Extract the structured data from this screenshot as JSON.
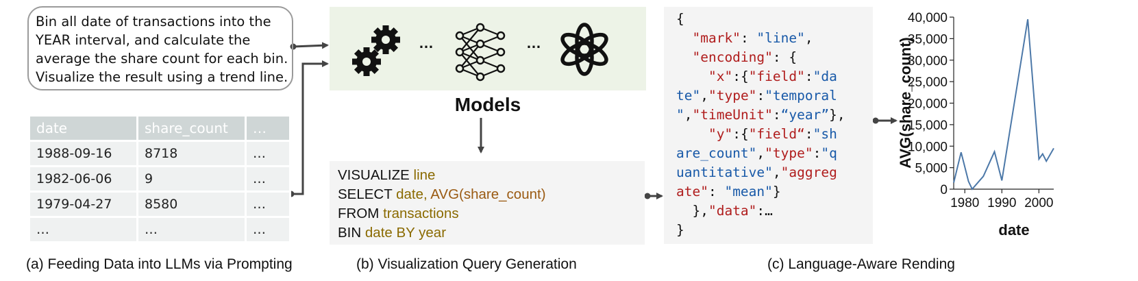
{
  "prompt": {
    "lines": [
      "Bin all date of transactions into the",
      "YEAR interval, and calculate the",
      "average the share count for each bin.",
      "Visualize the result using a trend line."
    ]
  },
  "table": {
    "headers": [
      "date",
      "share_count",
      "…"
    ],
    "rows": [
      [
        "1988-09-16",
        "8718",
        "…"
      ],
      [
        "1982-06-06",
        "9",
        "…"
      ],
      [
        "1979-04-27",
        "8580",
        "…"
      ],
      [
        "…",
        "…",
        "…"
      ]
    ]
  },
  "models": {
    "label": "Models",
    "separator": "…",
    "icons": [
      "gears-icon",
      "neural-network-icon",
      "openai-logo-icon"
    ]
  },
  "query": {
    "line1_kw": "VISUALIZE",
    "line1_arg": "line",
    "line2_kw": "SELECT",
    "line2_arg": "date,",
    "line2_fn": "AVG(share_count)",
    "line3_kw": "FROM",
    "line3_arg": "transactions",
    "line4_kw": "BIN",
    "line4_arg": "date BY year"
  },
  "json_spec": {
    "l1": "{",
    "l2_key": "\"mark\"",
    "l2_sep": ": ",
    "l2_val": "\"line\"",
    "l2_end": ",",
    "l3_key": "\"encoding\"",
    "l3_end": ": {",
    "l4_key": "\"x\"",
    "l4_mid": ":{",
    "l4_key2": "\"field\"",
    "l4_colon": ":",
    "l4_val": "\"da",
    "l5_val": "te\"",
    "l5_comma": ",",
    "l5_key": "\"type\"",
    "l5_colon": ":",
    "l5_val2": "\"temporal",
    "l6_val": "\"",
    "l6_comma": ",",
    "l6_key": "\"timeUnit\"",
    "l6_colon": ":",
    "l6_val2": "“year”",
    "l6_end": "},",
    "l7_key": "\"y\"",
    "l7_mid": ":{",
    "l7_key2": "\"field“",
    "l7_colon": ":",
    "l7_val": "\"sh",
    "l8_val": "are_count\"",
    "l8_comma": ",",
    "l8_key": "\"type\"",
    "l8_colon": ":",
    "l8_val2": "\"q",
    "l9_val": "uantitative\"",
    "l9_comma": ",",
    "l9_key": "\"aggreg",
    "l10_key": "ate\"",
    "l10_sep": ": ",
    "l10_val": "\"mean\"",
    "l10_end": "}",
    "l11": "},",
    "l11_key": "\"data\"",
    "l11_end": ":…",
    "l12": "}"
  },
  "chart_data": {
    "type": "line",
    "xlabel": "date",
    "ylabel": "AVG(share_count)",
    "xlim": [
      1977,
      2004
    ],
    "ylim": [
      0,
      40000
    ],
    "x_ticks": [
      1980,
      1990,
      2000
    ],
    "y_ticks": [
      0,
      5000,
      10000,
      15000,
      20000,
      25000,
      30000,
      35000,
      40000
    ],
    "y_tick_labels": [
      "0",
      "5,000",
      "10,000",
      "15,000",
      "20,000",
      "25,000",
      "30,000",
      "35,000",
      "40,000"
    ],
    "x_tick_labels": [
      "1980",
      "1990",
      "2000"
    ],
    "grid": false,
    "color": "#4c78a8",
    "series": [
      {
        "x": [
          1977,
          1979,
          1981,
          1982,
          1983,
          1985,
          1988,
          1990,
          1997,
          2000,
          2001,
          2002,
          2004
        ],
        "values": [
          1500,
          8580,
          1800,
          9,
          1000,
          3000,
          8718,
          2000,
          39500,
          7000,
          8200,
          6500,
          9500
        ]
      }
    ]
  },
  "captions": {
    "a": "(a) Feeding Data into LLMs via Prompting",
    "b": "(b) Visualization Query Generation",
    "c": "(c) Language-Aware Rending"
  }
}
